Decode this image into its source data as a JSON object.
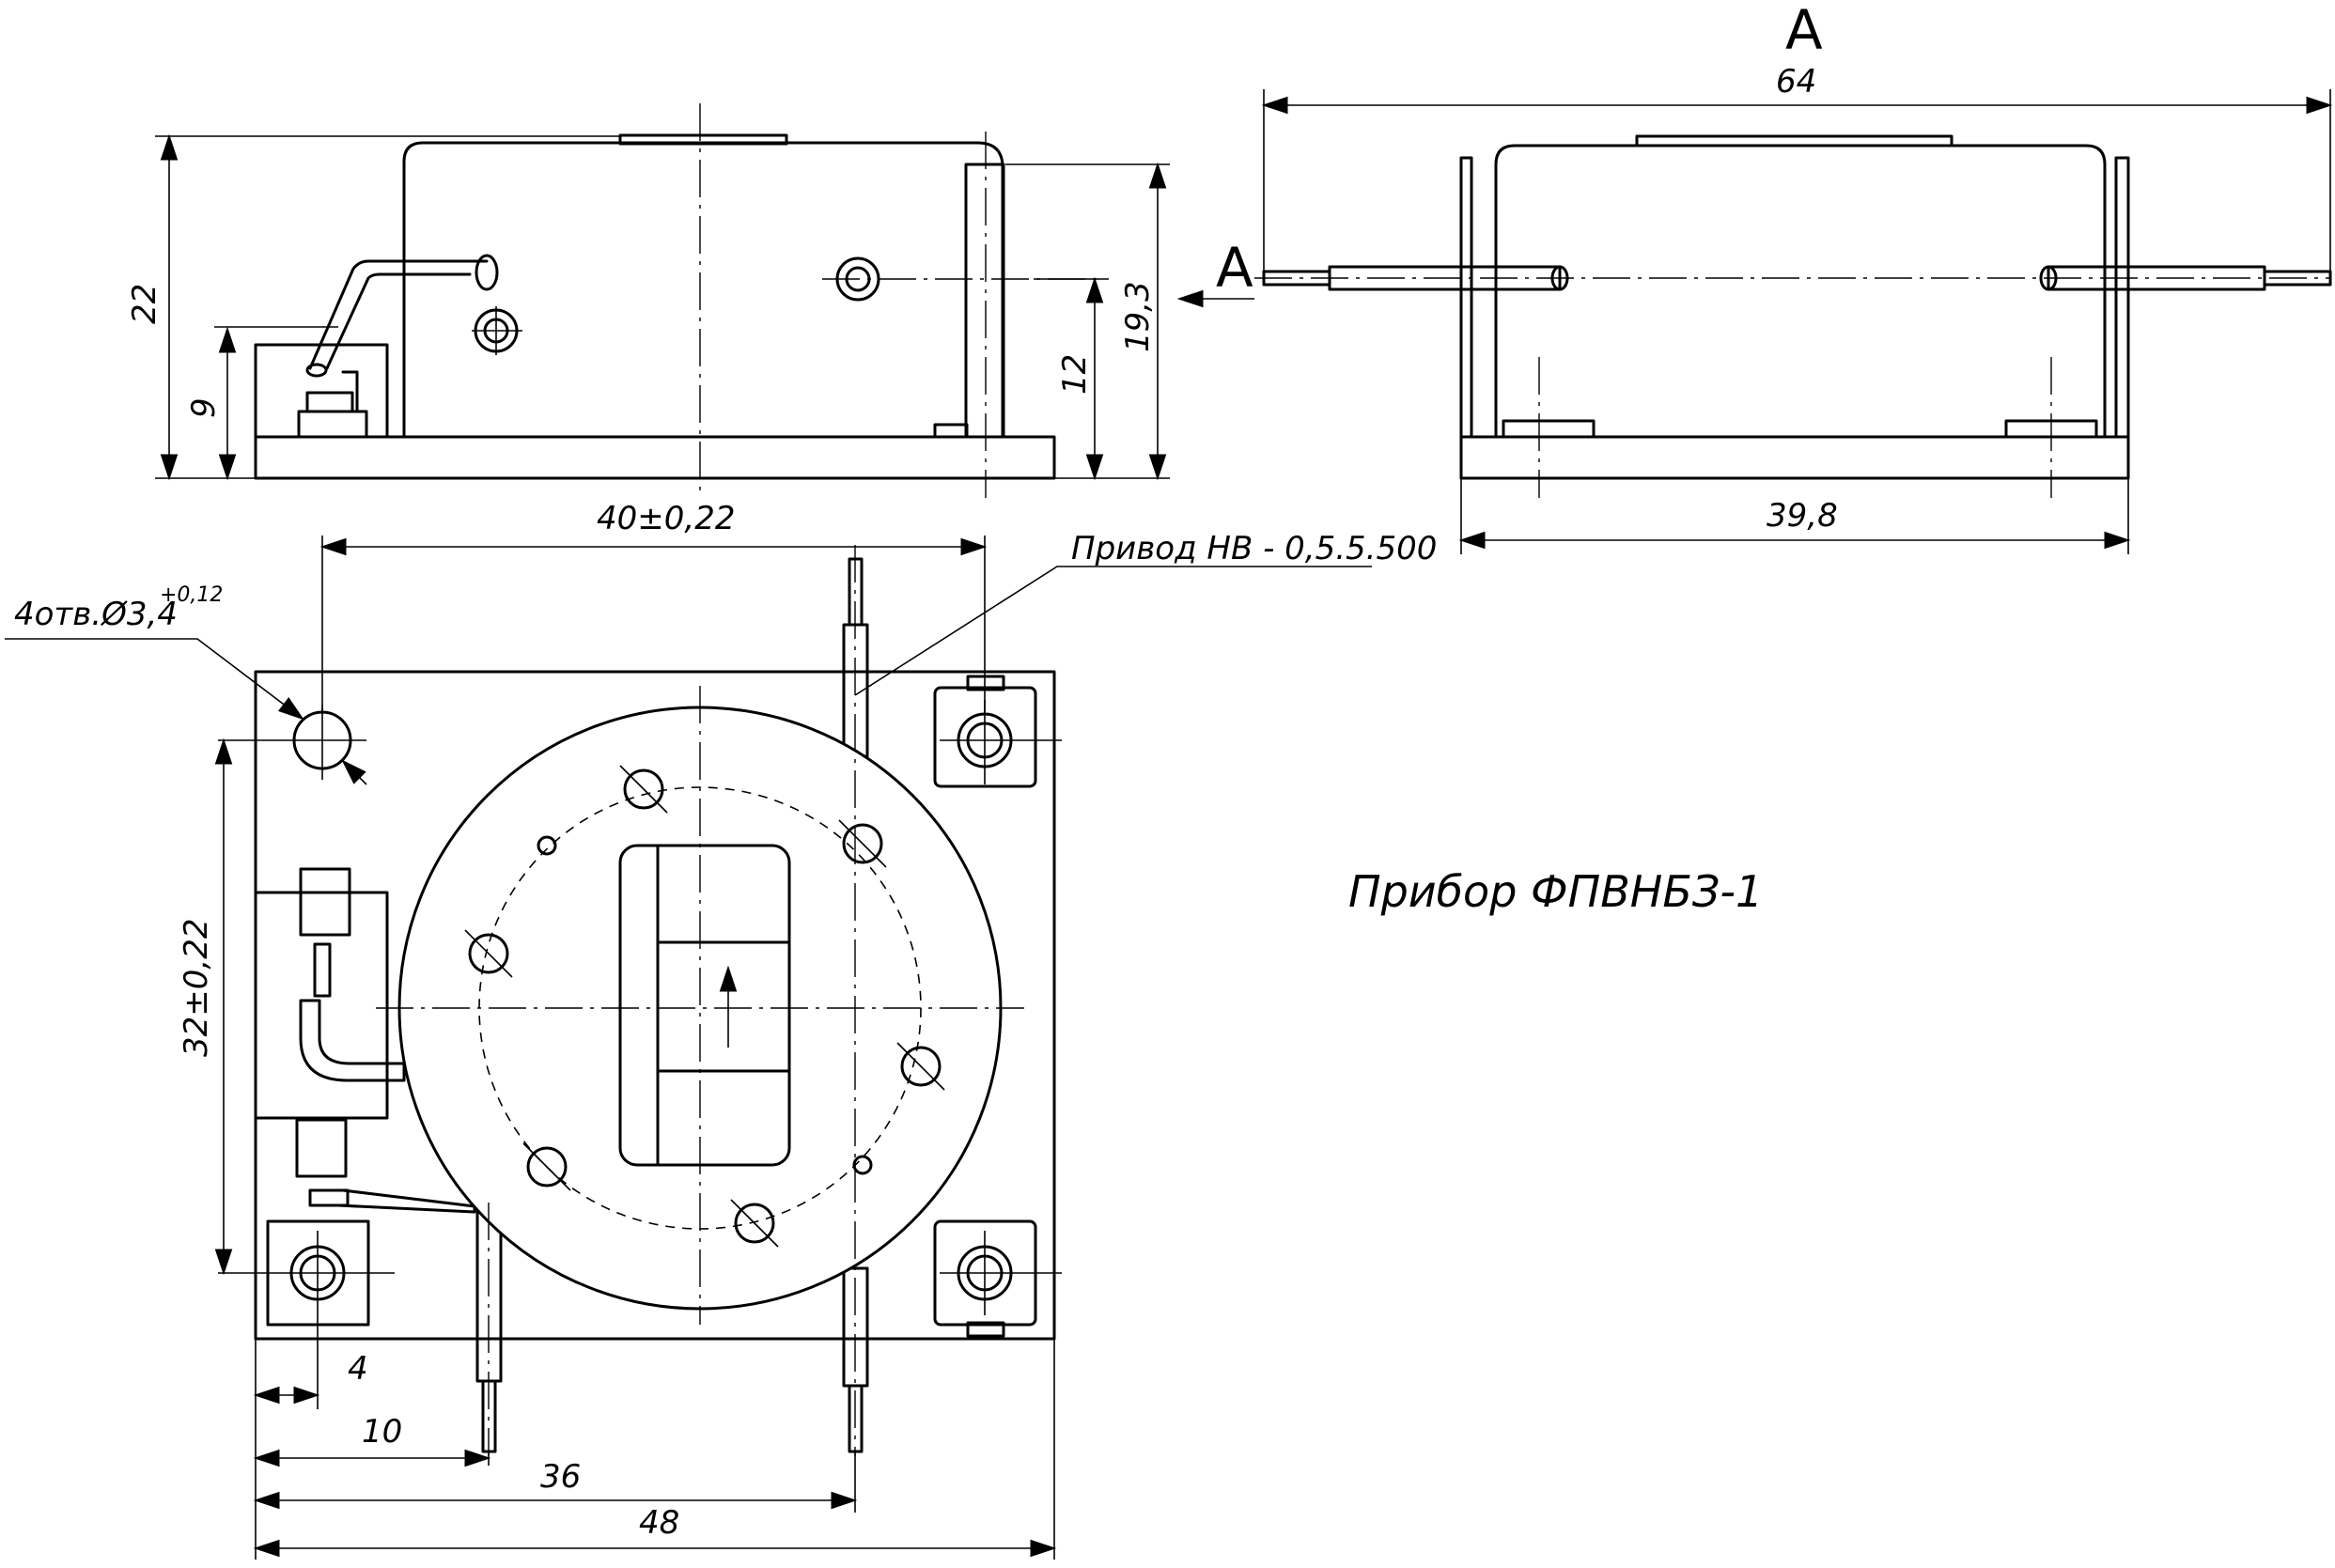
{
  "view": {
    "label": "A"
  },
  "dimensions": {
    "overall_width": "64",
    "height_total": "22",
    "height_side": "19,3",
    "height_shaft": "12",
    "height_clip": "9",
    "base_width": "39,8",
    "hole_spacing_x": "40±0,22",
    "hole_spacing_y": "32±0,22",
    "offset_4": "4",
    "offset_10": "10",
    "offset_36": "36",
    "overall_length": "48"
  },
  "callouts": {
    "holes_label": "4отв.Ø3,4",
    "holes_tolerance": "+0,12",
    "drive_label": "Привод НВ - 0,5.5.500"
  },
  "title": {
    "device": "Прибор ФПВНБЗ-1"
  }
}
